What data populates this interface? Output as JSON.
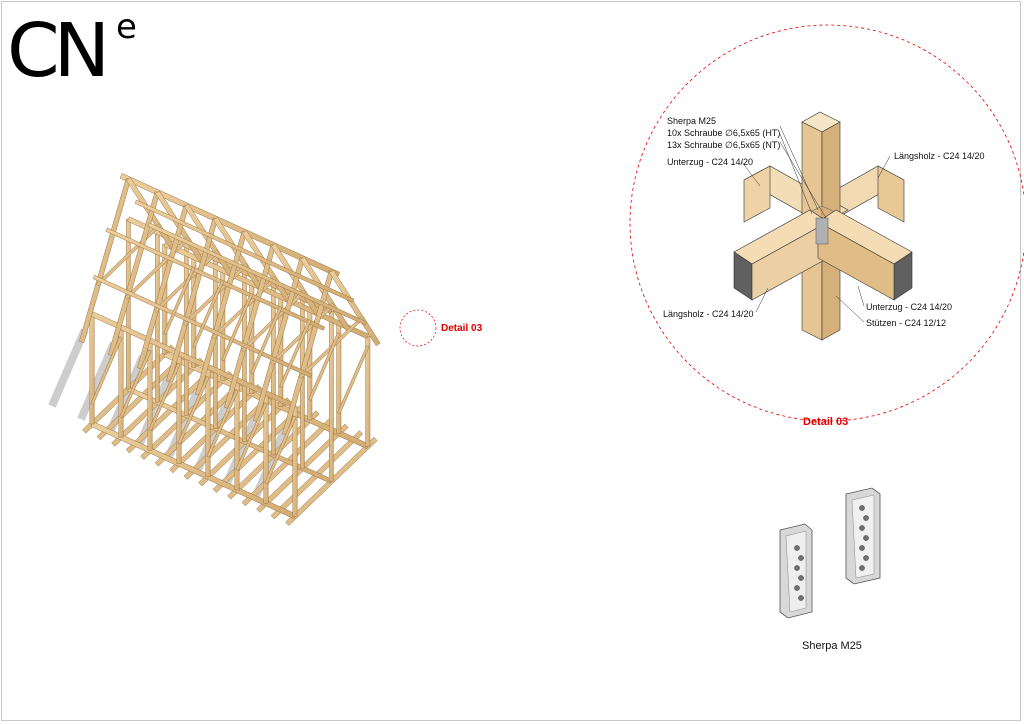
{
  "logo": {
    "text": "CN",
    "superscript": "e"
  },
  "frame_callout": "Detail 03",
  "detail": {
    "title": "Detail 03",
    "labels": {
      "sherpa": "Sherpa M25",
      "screws_ht": "10x Schraube ∅6,5x65 (HT)",
      "screws_nt": "13x Schraube ∅6,5x65 (NT)",
      "unterzug_left": "Unterzug - C24 14/20",
      "laengsholz_right": "Längsholz - C24 14/20",
      "laengsholz_left": "Längsholz - C24 14/20",
      "unterzug_right": "Unterzug - C24 14/20",
      "stuetzen": "Stützen - C24 12/12"
    }
  },
  "connector_caption": "Sherpa M25",
  "colors": {
    "timber": "#e2bf8a",
    "timber_dark": "#b98e56",
    "shadow": "#c8c8c8",
    "accent_red": "#e00000"
  }
}
